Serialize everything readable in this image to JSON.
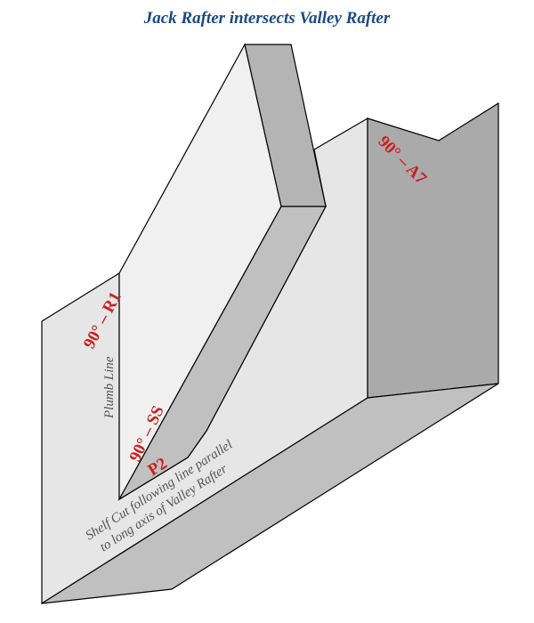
{
  "title": "Jack Rafter intersects Valley Rafter",
  "labels": {
    "r1": "90° – R1",
    "ss": "90° – SS",
    "p2": "P2",
    "a7": "90° – A7",
    "plumb_line": "Plumb Line",
    "shelf_cut_line1": "Shelf Cut following line parallel",
    "shelf_cut_line2": "to long axis of Valley Rafter"
  },
  "colors": {
    "title": "#1a4a80",
    "label_red": "#cc1f1f",
    "label_gray": "#555555",
    "face_light": "#e6e6e6",
    "face_lighter": "#f0f0f0",
    "face_mid": "#c0c0c0",
    "face_dark": "#aaaaaa",
    "edge": "#000000"
  }
}
